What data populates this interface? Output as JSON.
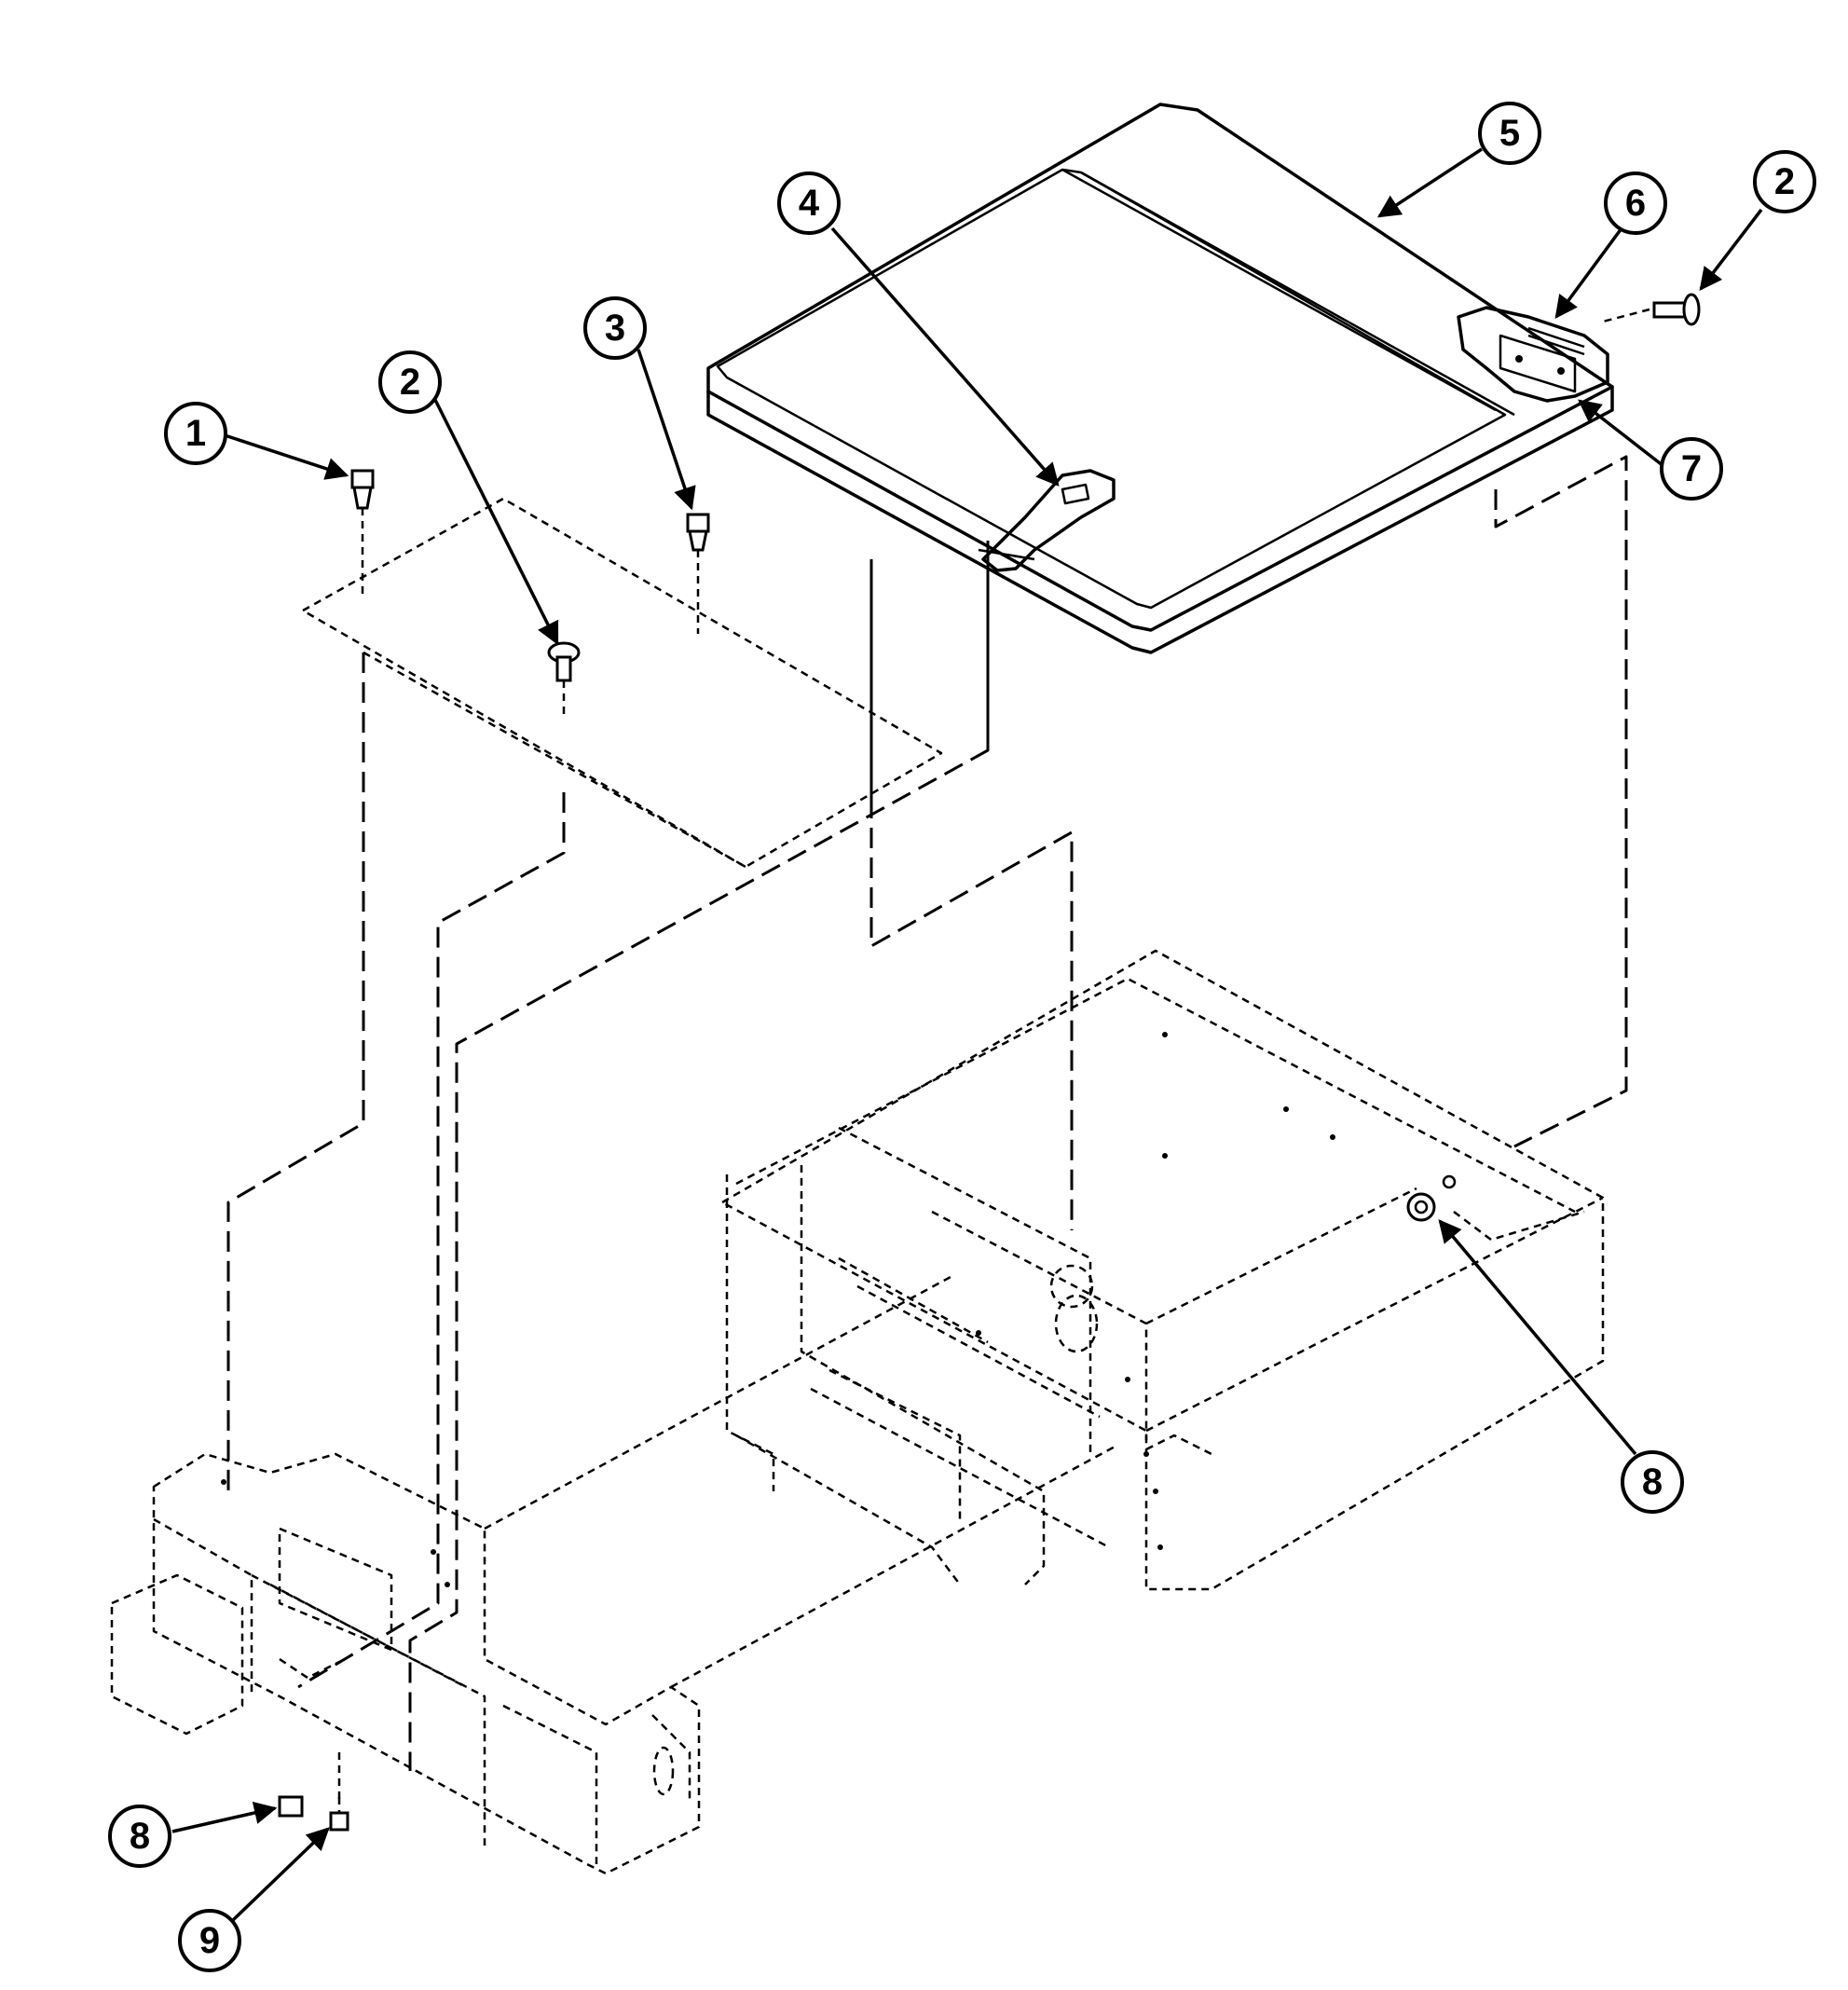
{
  "callouts": [
    {
      "id": "c1",
      "label": "1"
    },
    {
      "id": "c2a",
      "label": "2"
    },
    {
      "id": "c3",
      "label": "3"
    },
    {
      "id": "c4",
      "label": "4"
    },
    {
      "id": "c5",
      "label": "5"
    },
    {
      "id": "c6",
      "label": "6"
    },
    {
      "id": "c2b",
      "label": "2"
    },
    {
      "id": "c7",
      "label": "7"
    },
    {
      "id": "c8a",
      "label": "8"
    },
    {
      "id": "c8b",
      "label": "8"
    },
    {
      "id": "c9",
      "label": "9"
    }
  ]
}
